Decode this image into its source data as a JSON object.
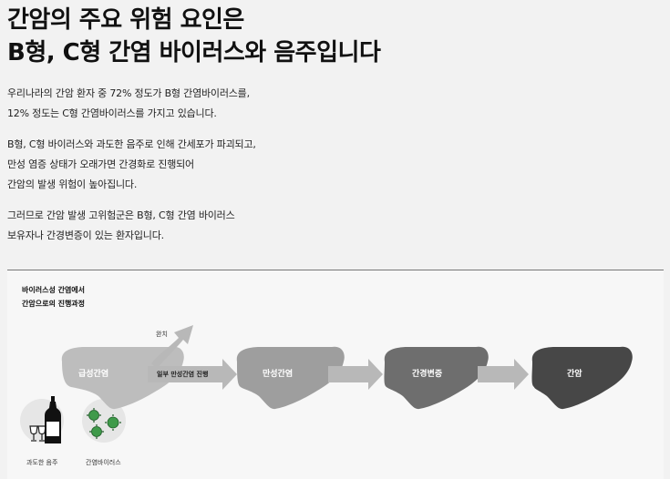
{
  "title": {
    "line1": "간암의 주요 위험 요인은",
    "line2": "B형, C형 간염 바이러스와 음주입니다"
  },
  "paragraphs": [
    {
      "lines": [
        "우리나라의 간암 환자 중 72% 정도가 B형 간염바이러스를,",
        "12% 정도는 C형 간염바이러스를 가지고 있습니다."
      ]
    },
    {
      "lines": [
        "B형, C형 바이러스와 과도한 음주로 인해 간세포가 파괴되고,",
        "만성 염증 상태가 오래가면 간경화로 진행되어",
        "간암의 발생 위험이 높아집니다."
      ]
    },
    {
      "lines": [
        "그러므로 간암 발생 고위험군은 B형, C형 간염 바이러스",
        "보유자나 간경변증이 있는 환자입니다."
      ]
    }
  ],
  "diagram": {
    "title_line1": "바이러스성 간염에서",
    "title_line2": "간암으로의 진행과정",
    "stages": {
      "acute": "급성간염",
      "chronic": "만성간염",
      "cirrhosis": "간경변증",
      "cancer": "간암"
    },
    "cure_label": "완치",
    "partial_label": "일부 만성간염 진행",
    "factors": {
      "alcohol": "과도한 음주",
      "virus": "간염바이러스"
    },
    "colors": {
      "acute": "#bdbdbd",
      "chronic": "#9e9e9e",
      "cirrhosis": "#6e6e6e",
      "cancer": "#474747",
      "arrow": "#b8b8b8"
    }
  }
}
